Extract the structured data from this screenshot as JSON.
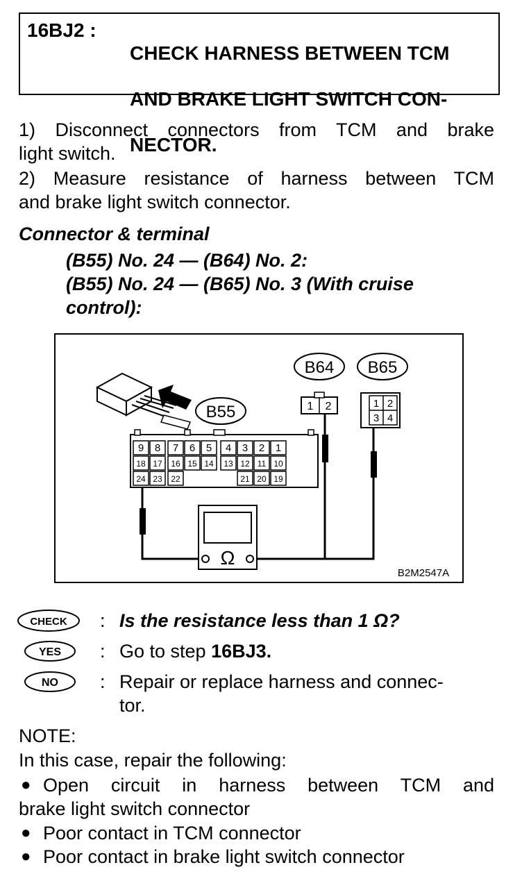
{
  "header": {
    "step_id": "16BJ2 :",
    "title_lines": [
      "CHECK HARNESS BETWEEN TCM",
      "AND BRAKE LIGHT SWITCH CON-",
      "NECTOR."
    ]
  },
  "instructions": {
    "step1_line1": "1) Disconnect connectors from TCM and brake",
    "step1_line2": "light switch.",
    "step2_line1": "2) Measure resistance of harness between TCM",
    "step2_line2": "and brake light switch connector."
  },
  "connector_terminal": {
    "heading": "Connector & terminal",
    "line1": "(B55) No. 24 — (B64) No. 2:",
    "line2": "(B55) No. 24 — (B65) No. 3 (With cruise",
    "line3": "control):"
  },
  "diagram": {
    "label_b55": "B55",
    "label_b64": "B64",
    "label_b65": "B65",
    "tcm_row1": [
      "9",
      "8",
      "7",
      "6",
      "5",
      "4",
      "3",
      "2",
      "1"
    ],
    "tcm_row2": [
      "18",
      "17",
      "16",
      "15",
      "14",
      "13",
      "12",
      "11",
      "10"
    ],
    "tcm_row3": [
      "24",
      "23",
      "22",
      "21",
      "20",
      "19"
    ],
    "b64_terminals": [
      "1",
      "2"
    ],
    "b65_terminals": [
      "1",
      "2",
      "3",
      "4"
    ],
    "ohm_symbol": "Ω",
    "figure_code": "B2M2547A"
  },
  "responses": {
    "check_badge": "CHECK",
    "yes_badge": "YES",
    "no_badge": "NO",
    "colon": ":",
    "check_text": "Is the resistance less than 1 Ω?",
    "yes_text_prefix": "Go to step ",
    "yes_text_step": "16BJ3.",
    "no_text_line1": "Repair or replace harness and connec-",
    "no_text_line2": "tor."
  },
  "note": {
    "heading": "NOTE:",
    "intro": "In this case, repair the following:",
    "bullet": "●",
    "item1_line1": "Open circuit in harness between TCM and",
    "item1_line2": "brake light switch connector",
    "item2": "Poor contact in TCM connector",
    "item3": "Poor contact in brake light switch connector"
  }
}
